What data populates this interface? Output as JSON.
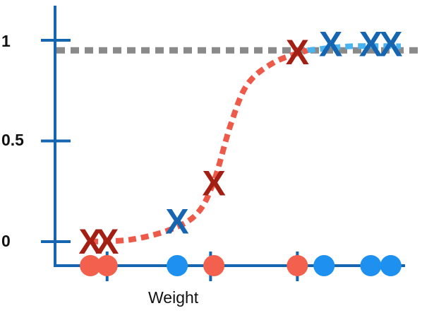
{
  "chart_data": {
    "type": "scatter",
    "xlabel": "Weight",
    "ylabel": "",
    "ylim": [
      0,
      1
    ],
    "y_ticks": [
      {
        "value": 0,
        "label": "0"
      },
      {
        "value": 0.5,
        "label": "0.5"
      },
      {
        "value": 1,
        "label": "1"
      }
    ],
    "x_range": [
      0,
      10
    ],
    "x_tick_values": [
      1.2,
      4.3,
      6.9
    ],
    "threshold": 0.95,
    "marker_symbol": "X",
    "curve_points": [
      [
        0.7,
        0.0
      ],
      [
        1.9,
        0.01
      ],
      [
        3.1,
        0.06
      ],
      [
        3.9,
        0.14
      ],
      [
        4.4,
        0.3
      ],
      [
        4.9,
        0.58
      ],
      [
        5.4,
        0.78
      ],
      [
        6.2,
        0.89
      ],
      [
        7.2,
        0.95
      ],
      [
        8.5,
        0.97
      ],
      [
        10.0,
        0.97
      ]
    ],
    "curve_extension_start": 7.8,
    "projections": [
      {
        "x": 0.7,
        "y": 0.0,
        "color": "red"
      },
      {
        "x": 1.2,
        "y": 0.0,
        "color": "red"
      },
      {
        "x": 3.3,
        "y": 0.1,
        "color": "blue"
      },
      {
        "x": 4.4,
        "y": 0.29,
        "color": "red"
      },
      {
        "x": 6.9,
        "y": 0.94,
        "color": "red"
      },
      {
        "x": 7.9,
        "y": 0.98,
        "color": "blue"
      },
      {
        "x": 9.1,
        "y": 0.98,
        "color": "blue"
      },
      {
        "x": 9.7,
        "y": 0.98,
        "color": "blue"
      }
    ],
    "observations": [
      {
        "x": 0.7,
        "color": "red"
      },
      {
        "x": 1.2,
        "color": "red"
      },
      {
        "x": 3.3,
        "color": "blue"
      },
      {
        "x": 4.4,
        "color": "red"
      },
      {
        "x": 6.9,
        "color": "red"
      },
      {
        "x": 7.7,
        "color": "blue"
      },
      {
        "x": 9.1,
        "color": "blue"
      },
      {
        "x": 9.7,
        "color": "blue"
      }
    ]
  },
  "colors": {
    "axis": "#1565b0",
    "curve": "#ee5a4a",
    "curve_extension": "#49b4ef",
    "threshold": "#8a8a8a",
    "red_x": "#a31f14",
    "blue_x": "#1565b0",
    "red_dot": "#f4604e",
    "blue_dot": "#1e90f0"
  }
}
